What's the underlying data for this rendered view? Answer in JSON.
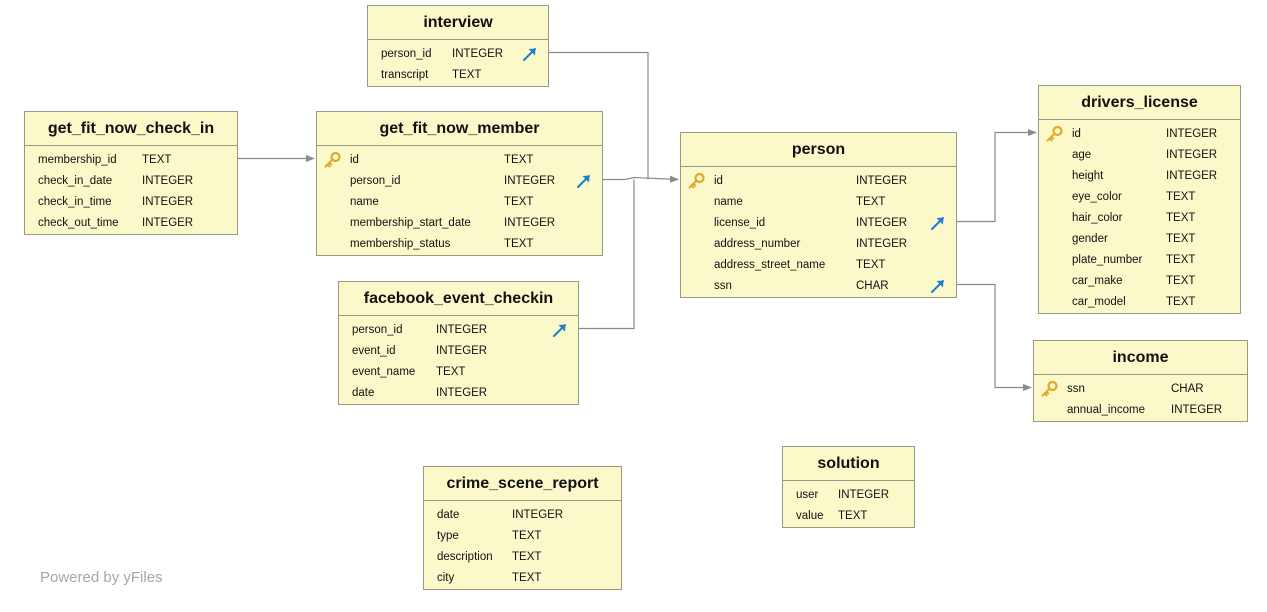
{
  "tables": [
    {
      "id": "interview",
      "title": "interview",
      "columns": [
        {
          "name": "person_id",
          "type": "INTEGER",
          "fk": true
        },
        {
          "name": "transcript",
          "type": "TEXT"
        }
      ]
    },
    {
      "id": "get_fit_now_check_in",
      "title": "get_fit_now_check_in",
      "columns": [
        {
          "name": "membership_id",
          "type": "TEXT"
        },
        {
          "name": "check_in_date",
          "type": "INTEGER"
        },
        {
          "name": "check_in_time",
          "type": "INTEGER"
        },
        {
          "name": "check_out_time",
          "type": "INTEGER"
        }
      ]
    },
    {
      "id": "get_fit_now_member",
      "title": "get_fit_now_member",
      "columns": [
        {
          "name": "id",
          "type": "TEXT",
          "pk": true
        },
        {
          "name": "person_id",
          "type": "INTEGER",
          "fk": true
        },
        {
          "name": "name",
          "type": "TEXT"
        },
        {
          "name": "membership_start_date",
          "type": "INTEGER"
        },
        {
          "name": "membership_status",
          "type": "TEXT"
        }
      ]
    },
    {
      "id": "person",
      "title": "person",
      "columns": [
        {
          "name": "id",
          "type": "INTEGER",
          "pk": true
        },
        {
          "name": "name",
          "type": "TEXT"
        },
        {
          "name": "license_id",
          "type": "INTEGER",
          "fk": true
        },
        {
          "name": "address_number",
          "type": "INTEGER"
        },
        {
          "name": "address_street_name",
          "type": "TEXT"
        },
        {
          "name": "ssn",
          "type": "CHAR",
          "fk": true
        }
      ]
    },
    {
      "id": "drivers_license",
      "title": "drivers_license",
      "columns": [
        {
          "name": "id",
          "type": "INTEGER",
          "pk": true
        },
        {
          "name": "age",
          "type": "INTEGER"
        },
        {
          "name": "height",
          "type": "INTEGER"
        },
        {
          "name": "eye_color",
          "type": "TEXT"
        },
        {
          "name": "hair_color",
          "type": "TEXT"
        },
        {
          "name": "gender",
          "type": "TEXT"
        },
        {
          "name": "plate_number",
          "type": "TEXT"
        },
        {
          "name": "car_make",
          "type": "TEXT"
        },
        {
          "name": "car_model",
          "type": "TEXT"
        }
      ]
    },
    {
      "id": "facebook_event_checkin",
      "title": "facebook_event_checkin",
      "columns": [
        {
          "name": "person_id",
          "type": "INTEGER",
          "fk": true
        },
        {
          "name": "event_id",
          "type": "INTEGER"
        },
        {
          "name": "event_name",
          "type": "TEXT"
        },
        {
          "name": "date",
          "type": "INTEGER"
        }
      ]
    },
    {
      "id": "income",
      "title": "income",
      "columns": [
        {
          "name": "ssn",
          "type": "CHAR",
          "pk": true
        },
        {
          "name": "annual_income",
          "type": "INTEGER"
        }
      ]
    },
    {
      "id": "solution",
      "title": "solution",
      "columns": [
        {
          "name": "user",
          "type": "INTEGER"
        },
        {
          "name": "value",
          "type": "TEXT"
        }
      ]
    },
    {
      "id": "crime_scene_report",
      "title": "crime_scene_report",
      "columns": [
        {
          "name": "date",
          "type": "INTEGER"
        },
        {
          "name": "type",
          "type": "TEXT"
        },
        {
          "name": "description",
          "type": "TEXT"
        },
        {
          "name": "city",
          "type": "TEXT"
        }
      ]
    }
  ],
  "relationships": [
    {
      "from": "interview.person_id",
      "to": "person.id"
    },
    {
      "from": "get_fit_now_member.person_id",
      "to": "person.id"
    },
    {
      "from": "facebook_event_checkin.person_id",
      "to": "person.id"
    },
    {
      "from": "get_fit_now_check_in.membership_id",
      "to": "get_fit_now_member.id"
    },
    {
      "from": "person.license_id",
      "to": "drivers_license.id"
    },
    {
      "from": "person.ssn",
      "to": "income.ssn"
    }
  ],
  "footer": {
    "powered_by": "Powered by yFiles"
  },
  "colors": {
    "table_fill": "#fbf8c9",
    "table_border": "#9a9a82",
    "line": "#8a8a8a",
    "fk_icon": "#1e7fd0",
    "pk_icon": "#e0a92a",
    "footer_text": "#a6a6a6"
  },
  "icons": {
    "primary_key": "key-icon",
    "foreign_key": "foreign-key-arrow-icon"
  }
}
